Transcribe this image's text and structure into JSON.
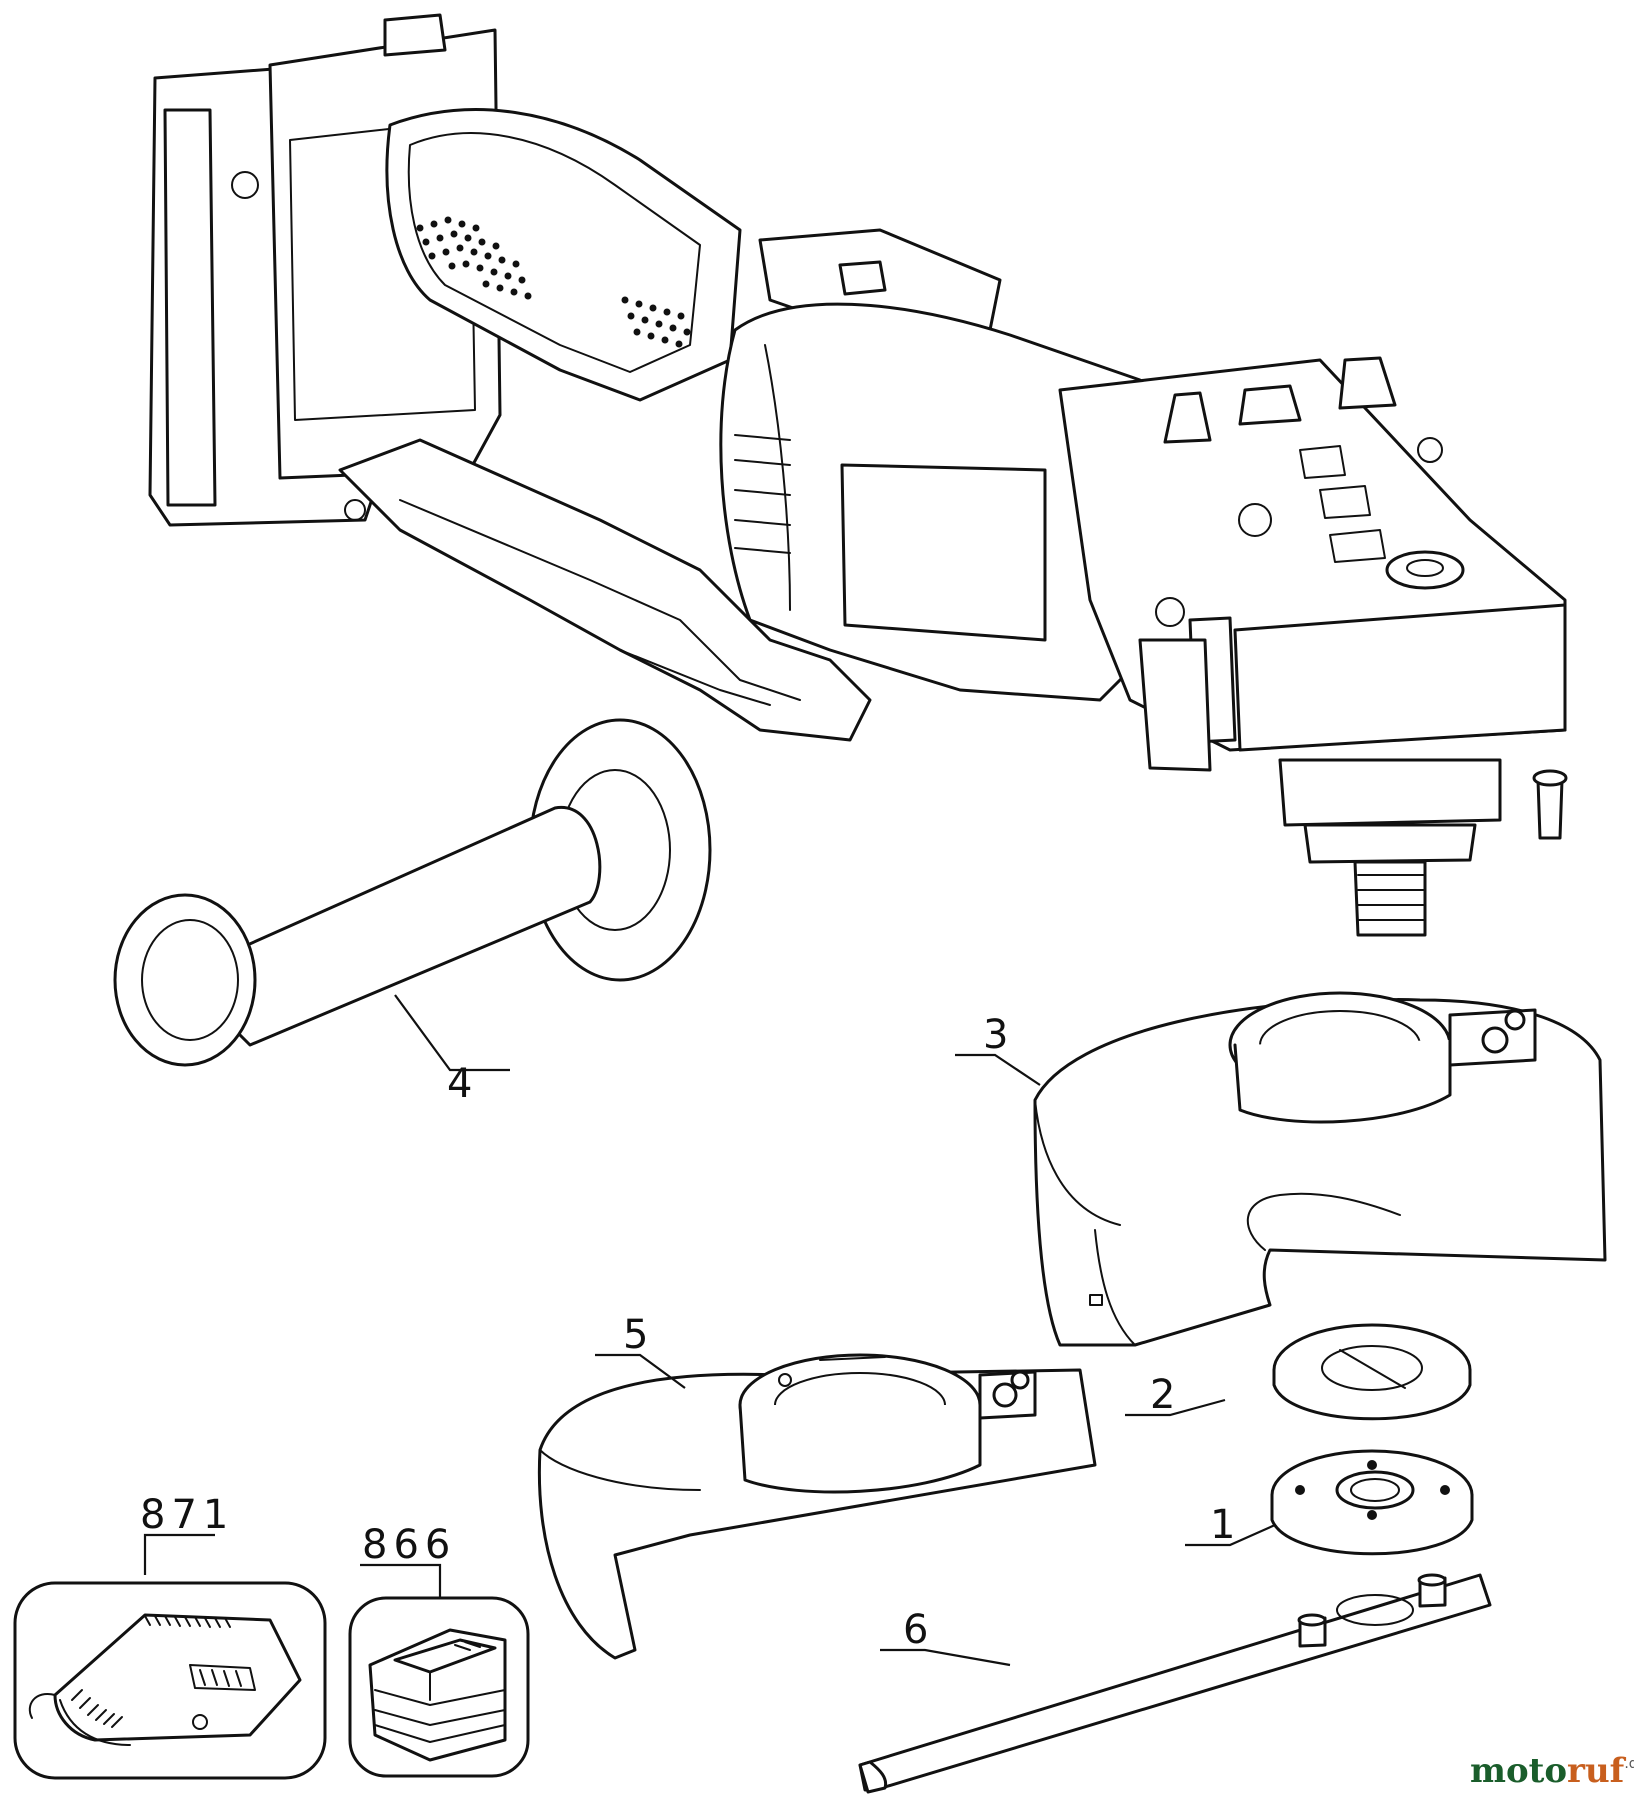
{
  "diagram": {
    "callouts": [
      {
        "id": "4",
        "label": "4"
      },
      {
        "id": "3",
        "label": "3"
      },
      {
        "id": "5",
        "label": "5"
      },
      {
        "id": "2",
        "label": "2"
      },
      {
        "id": "1",
        "label": "1"
      },
      {
        "id": "6",
        "label": "6"
      },
      {
        "id": "871",
        "label": "871"
      },
      {
        "id": "866",
        "label": "866"
      }
    ],
    "colors": {
      "line": "#111111",
      "background": "#ffffff"
    }
  },
  "watermark": {
    "brand_part1": "moto",
    "brand_part2": "ruf",
    "tld": ".de",
    "colors": {
      "part1": "#1a5d2b",
      "part2": "#c85f1e"
    }
  }
}
